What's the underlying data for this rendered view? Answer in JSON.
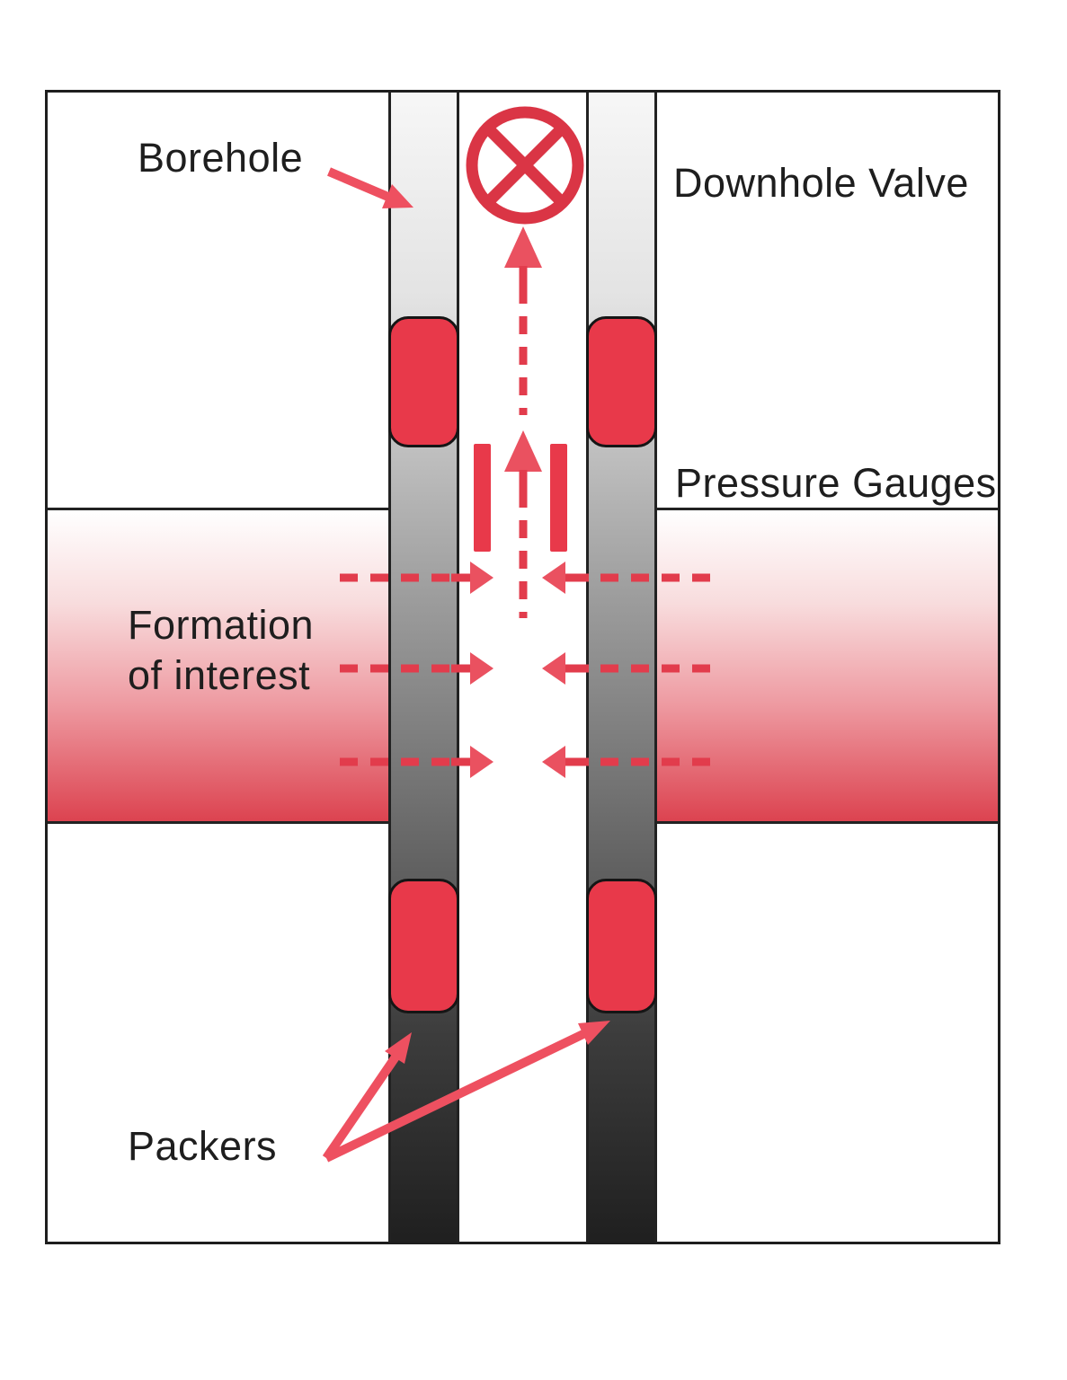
{
  "diagram": {
    "type": "borehole-well-test-schematic",
    "labels": {
      "borehole": "Borehole",
      "downhole_valve": "Downhole Valve",
      "pressure_gauges": "Pressure Gauges",
      "formation_line1": "Formation",
      "formation_line2": "of interest",
      "packers": "Packers"
    },
    "icons": [
      {
        "name": "downhole-valve-icon",
        "glyph": "circle-with-diagonal-cross"
      },
      {
        "name": "pressure-gauge-bars",
        "glyph": "two-vertical-red-bars"
      },
      {
        "name": "packer-seal",
        "glyph": "rounded-red-rectangle"
      },
      {
        "name": "flow-arrow",
        "glyph": "red-dashed-arrow"
      }
    ],
    "counts": {
      "packers": 4,
      "pressure_gauge_bars": 2,
      "inflow_arrow_rows": 3,
      "upward_flow_arrows": 2
    },
    "colors": {
      "accent_red": "#e8394a",
      "valve_red": "#da3545",
      "arrow_pink": "#ee5060",
      "dash_red": "#e23c4c",
      "arrowhead_red": "#ea5160",
      "formation_red": "#dc4350",
      "ink": "#1e1e1e",
      "column_light": "#f7f7f7",
      "column_dark": "#1f1f1f"
    }
  }
}
